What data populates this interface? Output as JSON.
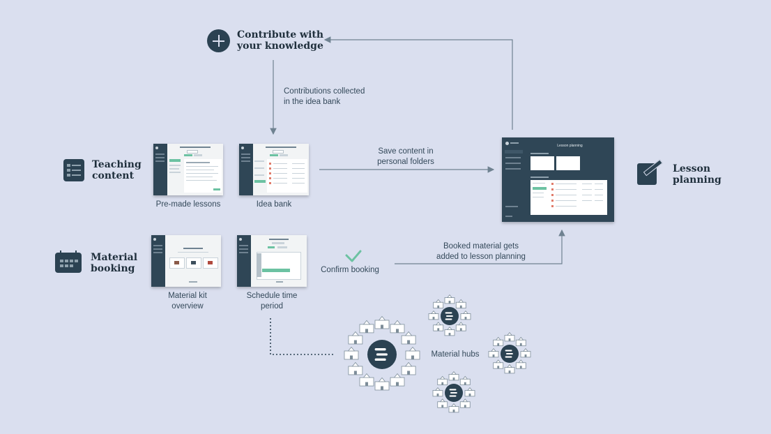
{
  "nodes": {
    "contribute": {
      "line1": "Contribute with",
      "line2": "your knowledge"
    },
    "teaching": {
      "line1": "Teaching",
      "line2": "content"
    },
    "material": {
      "line1": "Material",
      "line2": "booking"
    },
    "lesson": {
      "line1": "Lesson",
      "line2": "planning"
    }
  },
  "screens": {
    "premade": {
      "caption": "Pre-made lessons"
    },
    "ideabank": {
      "caption": "Idea bank"
    },
    "kit": {
      "caption_line1": "Material kit",
      "caption_line2": "overview"
    },
    "schedule": {
      "caption_line1": "Schedule time",
      "caption_line2": "period"
    },
    "lesson_screen": {
      "title": "Lesson planning"
    }
  },
  "edges": {
    "contributions": {
      "line1": "Contributions collected",
      "line2": "in the idea bank"
    },
    "save": {
      "line1": "Save content in",
      "line2": "personal folders"
    },
    "confirm": {
      "label": "Confirm booking"
    },
    "booked": {
      "line1": "Booked material gets",
      "line2": "added to lesson planning"
    }
  },
  "hubs": {
    "label": "Material hubs"
  },
  "colors": {
    "background": "#dadfef",
    "navy": "#2b4252",
    "accent_green": "#6cc2a2",
    "line": "#6f8291"
  }
}
